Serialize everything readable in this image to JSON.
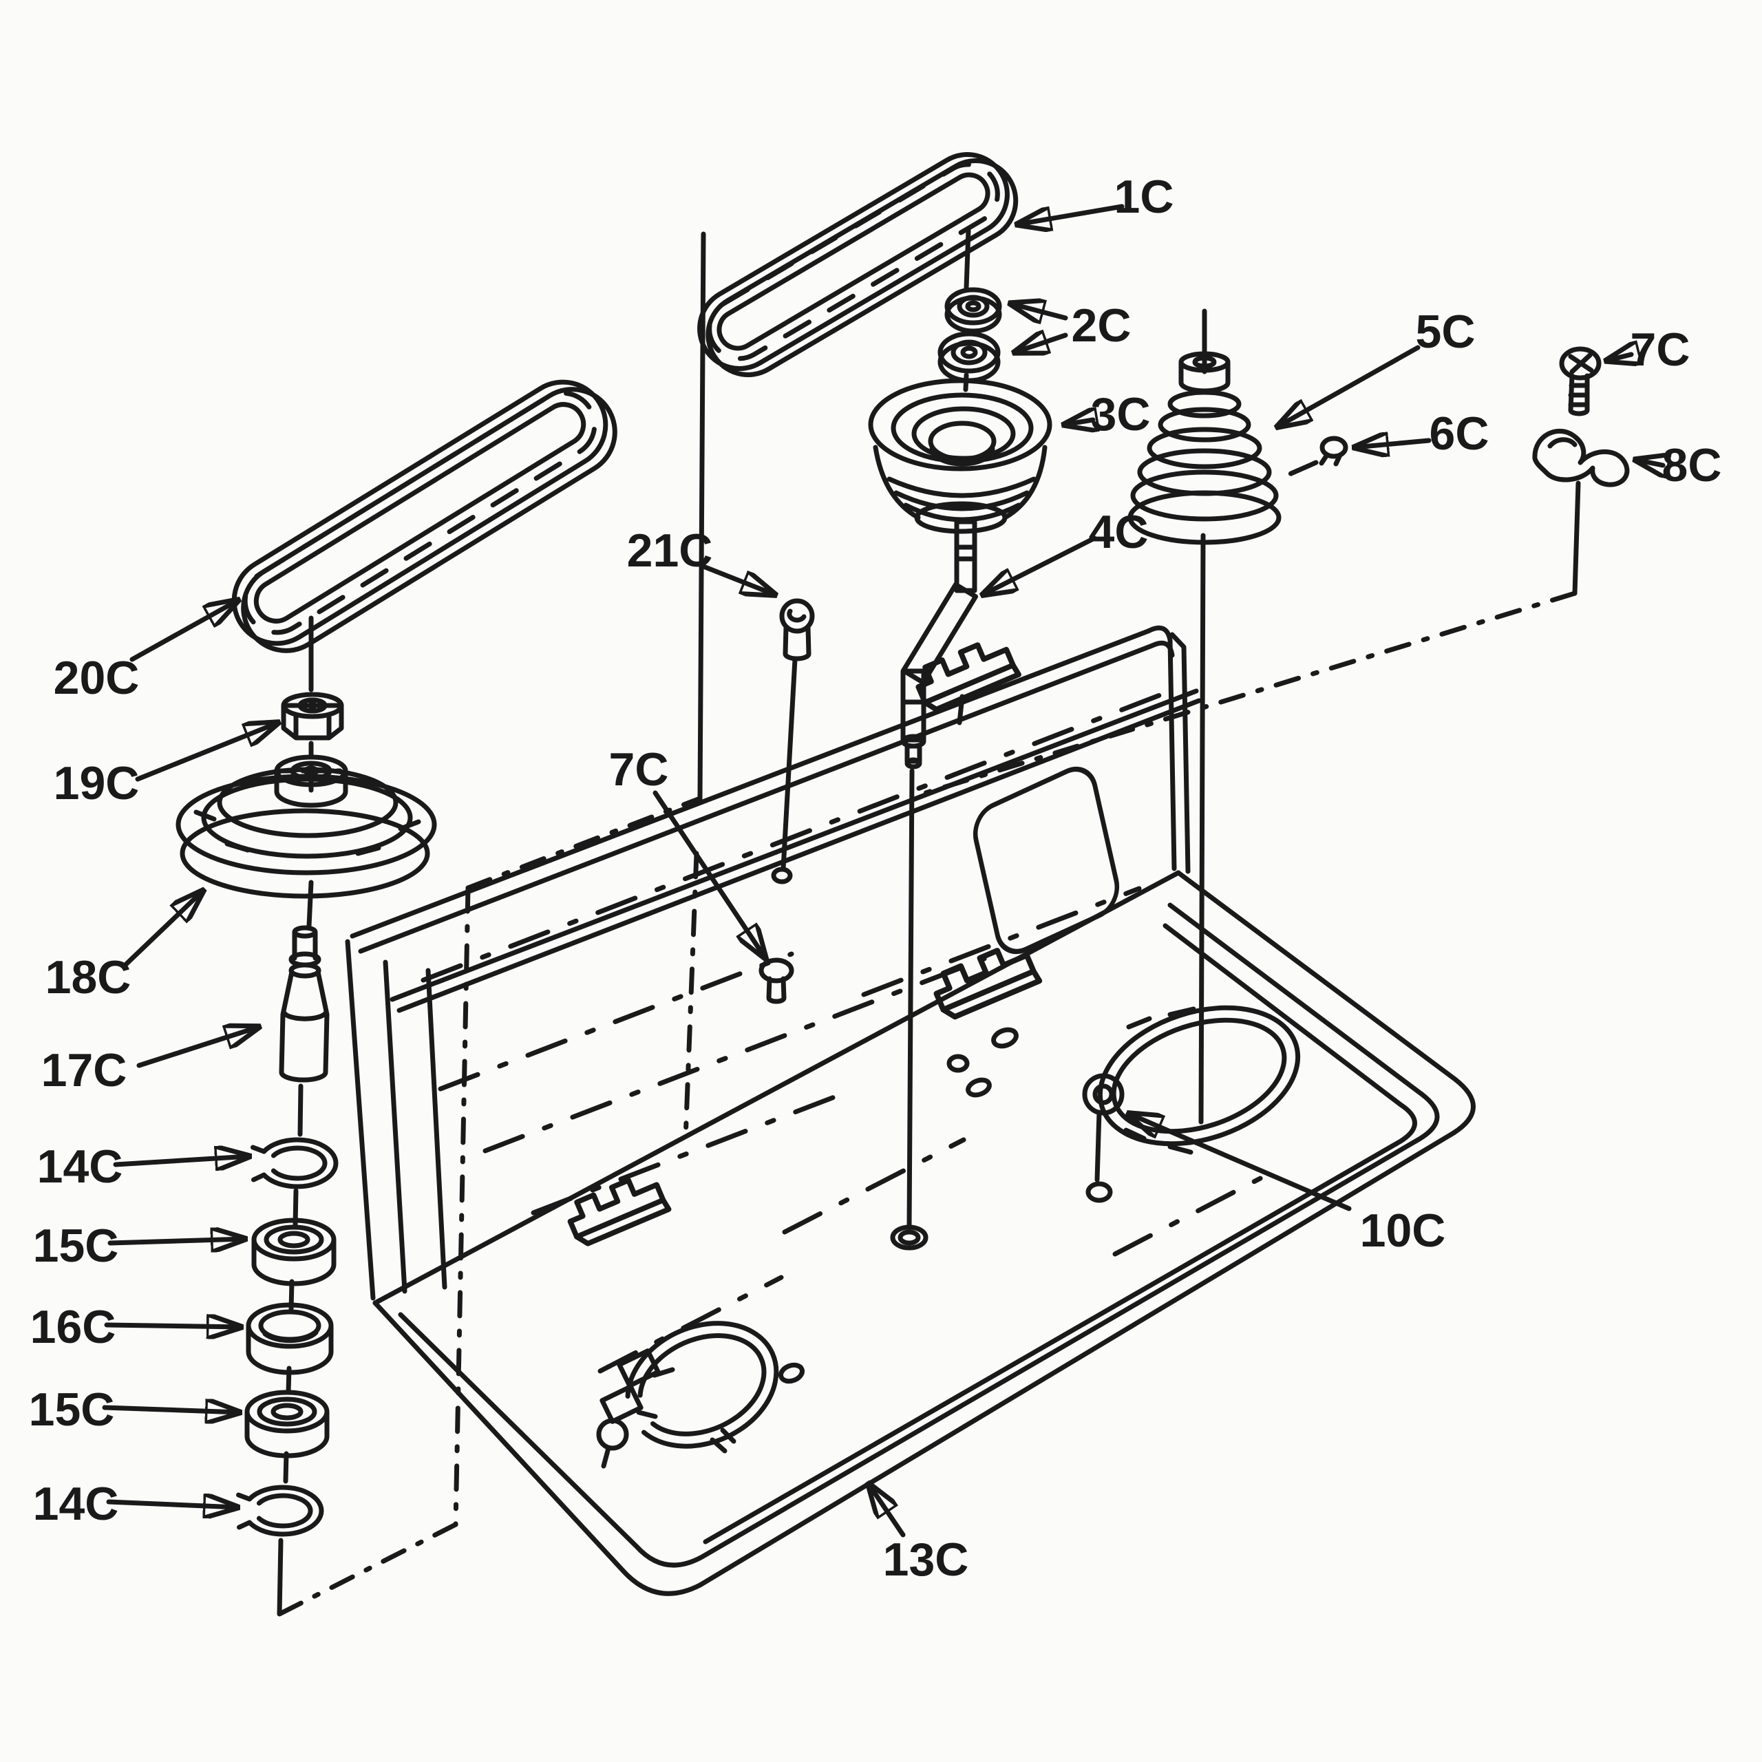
{
  "diagram": {
    "type": "exploded-parts-diagram",
    "colors": {
      "ink": "#1a1a1a",
      "paper": "#fbfbfa"
    },
    "callouts": [
      {
        "label": "1C"
      },
      {
        "label": "2C"
      },
      {
        "label": "3C"
      },
      {
        "label": "4C"
      },
      {
        "label": "5C"
      },
      {
        "label": "6C"
      },
      {
        "label": "7C"
      },
      {
        "label": "8C"
      },
      {
        "label": "21C"
      },
      {
        "label": "7C"
      },
      {
        "label": "20C"
      },
      {
        "label": "19C"
      },
      {
        "label": "18C"
      },
      {
        "label": "17C"
      },
      {
        "label": "14C"
      },
      {
        "label": "15C"
      },
      {
        "label": "16C"
      },
      {
        "label": "15C"
      },
      {
        "label": "14C"
      },
      {
        "label": "13C"
      },
      {
        "label": "10C"
      }
    ]
  }
}
